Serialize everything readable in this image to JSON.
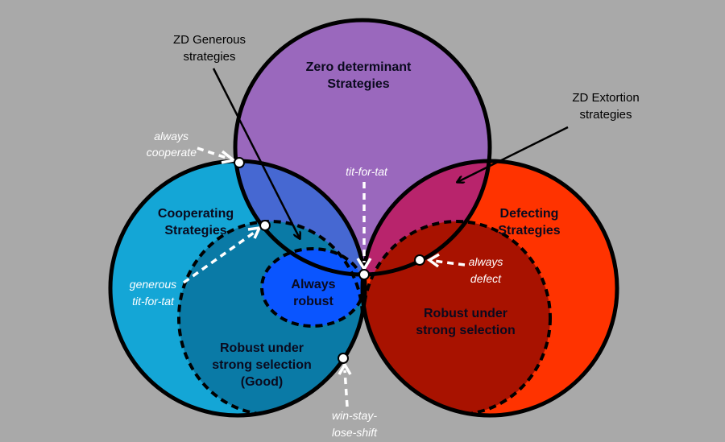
{
  "colors": {
    "background": "#a9a9a9",
    "zero_determinant": "#9a68bd",
    "cooperating": "#14a6d6",
    "defecting": "#ff3300",
    "zd_generous_overlap": "#4668d2",
    "zd_extortion_overlap": "#b8246c",
    "robust_good": "#0a7aa6",
    "always_robust": "#0a55ff",
    "robust_defect": "#a81200"
  },
  "sets": {
    "zero_determinant": [
      "Zero determinant",
      "Strategies"
    ],
    "cooperating": [
      "Cooperating",
      "Strategies"
    ],
    "defecting": [
      "Defecting",
      "Strategies"
    ],
    "always_robust": [
      "Always",
      "robust"
    ],
    "robust_good": [
      "Robust under",
      "strong selection",
      "(Good)"
    ],
    "robust_defect": [
      "Robust under",
      "strong selection"
    ]
  },
  "callouts": {
    "zd_generous": [
      "ZD Generous",
      "strategies"
    ],
    "zd_extortion": [
      "ZD Extortion",
      "strategies"
    ]
  },
  "strategies": {
    "always_cooperate": [
      "always",
      "cooperate"
    ],
    "tit_for_tat": "tit-for-tat",
    "generous_tft": [
      "generous",
      "tit-for-tat"
    ],
    "always_defect": [
      "always",
      "defect"
    ],
    "wsls": [
      "win-stay-",
      "lose-shift"
    ]
  }
}
